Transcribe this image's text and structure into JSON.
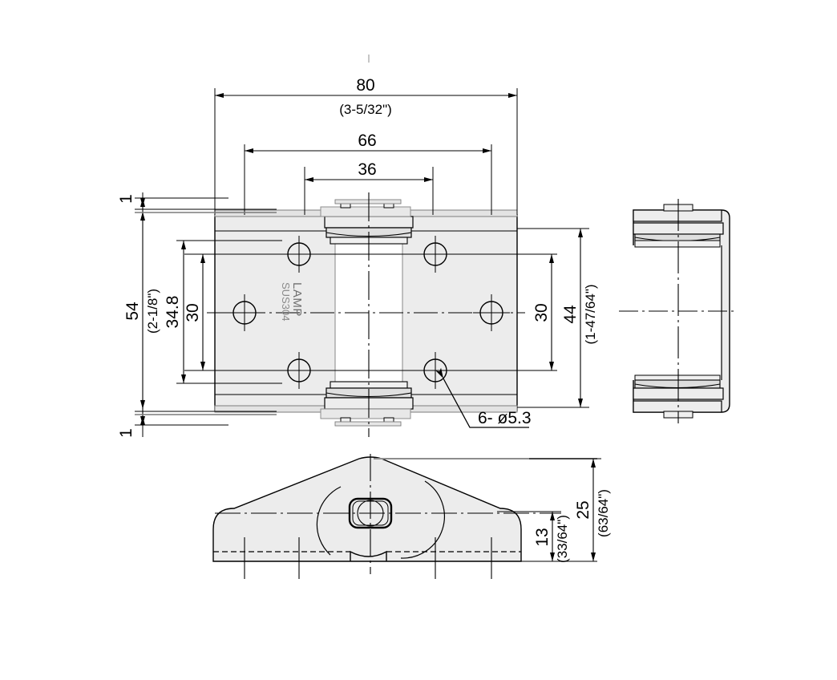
{
  "drawing": {
    "title": "Stainless steel hinge dimensional drawing",
    "material_marking": {
      "brand": "LAMP",
      "grade": "SUS304"
    },
    "colors": {
      "line": "#000000",
      "face_fill": "#ececec",
      "face_fill_light": "#f2f2f2",
      "hidden_line": "#000000",
      "center_line": "#000000",
      "construction_line": "#808080",
      "marking_text": "#6f6f6f"
    }
  },
  "front_view": {
    "name": "front-view",
    "dimensions": {
      "overall_width_mm": "80",
      "overall_width_in": "(3-5/32\")",
      "hole_span_width_mm": "66",
      "knuckle_width_mm": "36",
      "overall_height_mm": "54",
      "overall_height_in": "(2-1/8\")",
      "plate_height_mm": "34.8",
      "hole_pitch_left_mm": "30",
      "hole_pitch_right_mm": "30",
      "leaf_height_mm": "44",
      "leaf_height_in": "(1-47/64\")",
      "top_gap_mm": "1",
      "bottom_gap_mm": "1"
    },
    "callout": {
      "holes": "6- ø5.3"
    }
  },
  "side_view": {
    "name": "side-view",
    "label": ""
  },
  "top_view": {
    "name": "top-view",
    "dimensions": {
      "knuckle_height_mm": "13",
      "knuckle_height_in": "(33/64\")",
      "total_depth_mm": "25",
      "total_depth_in": "(63/64\")"
    }
  }
}
